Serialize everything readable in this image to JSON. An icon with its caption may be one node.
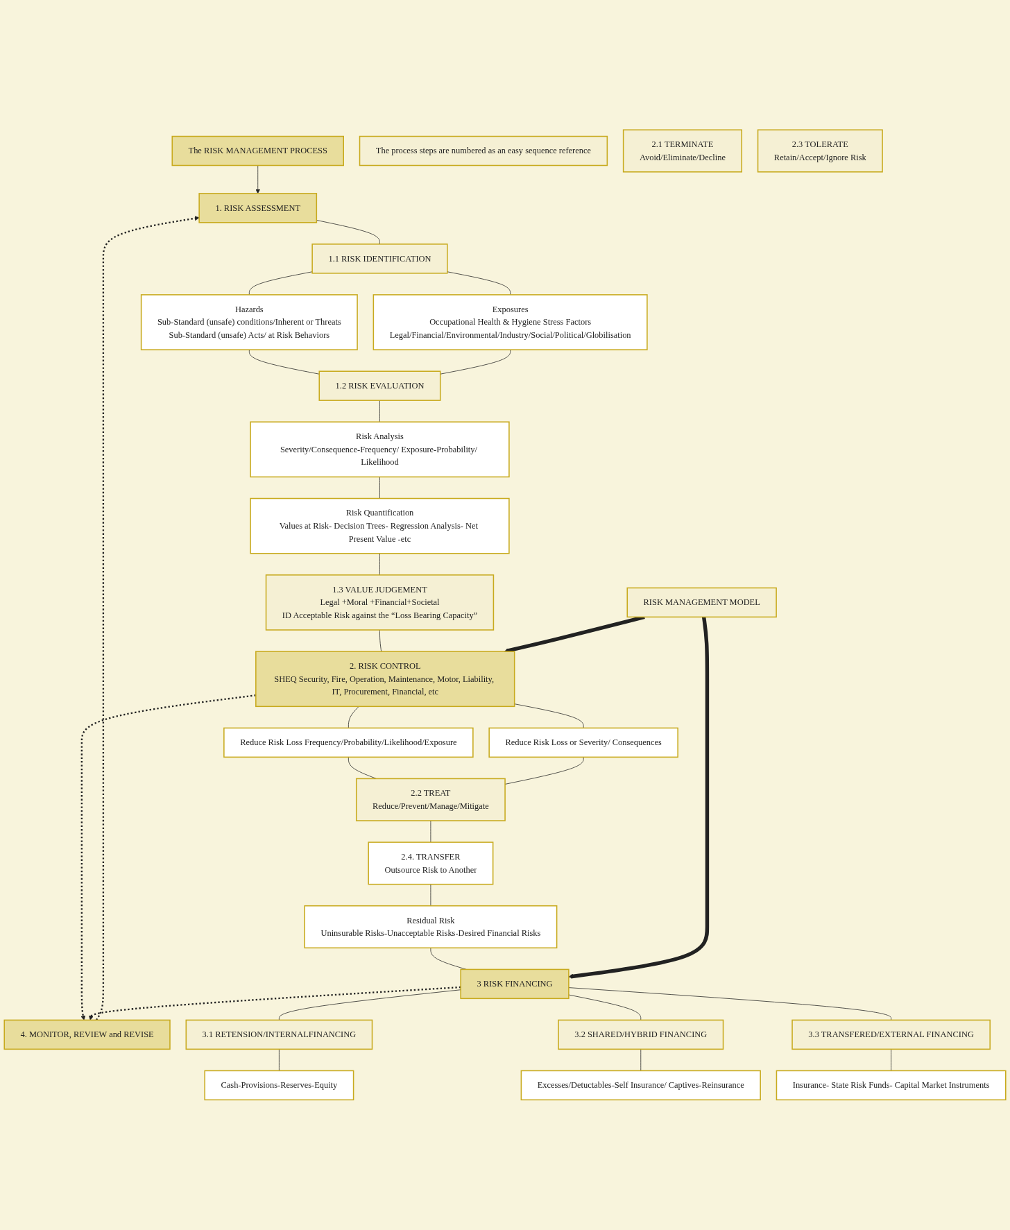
{
  "diagram": {
    "nodes": [
      {
        "text": [
          "The RISK MANAGEMENT PROCESS"
        ]
      },
      {
        "text": [
          "The process steps are numbered as an easy sequence reference"
        ]
      },
      {
        "text": [
          "1. RISK ASSESSMENT"
        ]
      },
      {
        "text": [
          "1.1 RISK IDENTIFICATION"
        ]
      },
      {
        "text": [
          "4. MONITOR, REVIEW and REVISE"
        ]
      },
      {
        "text": [
          "Hazards",
          "Sub-Standard (unsafe) conditions/Inherent or Threats",
          "Sub-Standard (unsafe) Acts/ at Risk Behaviors"
        ]
      },
      {
        "text": [
          "Exposures",
          "Occupational Health & Hygiene Stress Factors",
          "Legal/Financial/Environmental/Industry/Social/Political/Globilisation"
        ]
      },
      {
        "text": [
          "1.2 RISK EVALUATION"
        ]
      },
      {
        "text": [
          "Risk Analysis",
          "Severity/Consequence-Frequency/ Exposure-Probability/ Likelihood"
        ]
      },
      {
        "text": [
          "Risk Quantification",
          "Values at Risk- Decision Trees- Regression Analysis- Net Present Value -etc"
        ]
      },
      {
        "text": [
          "RISK MANAGEMENT MODEL"
        ]
      },
      {
        "text": [
          "1.3 VALUE JUDGEMENT",
          "Legal +Moral +Financial+Societal",
          "ID Acceptable Risk against the “Loss Bearing Capacity”"
        ]
      },
      {
        "text": [
          "2. RISK CONTROL",
          "SHEQ Security, Fire, Operation, Maintenance, Motor, Liability, IT, Procurement, Financial, etc"
        ]
      },
      {
        "text": [
          "Reduce Risk Loss Frequency/Probability/Likelihood/Exposure"
        ]
      },
      {
        "text": [
          "Reduce Risk Loss or Severity/ Consequences"
        ]
      },
      {
        "text": [
          "2.1 TERMINATE",
          "Avoid/Eliminate/Decline"
        ]
      },
      {
        "text": [
          "2.2 TREAT",
          "Reduce/Prevent/Manage/Mitigate"
        ]
      },
      {
        "text": [
          "2.3 TOLERATE",
          "Retain/Accept/Ignore Risk"
        ]
      },
      {
        "text": [
          "2.4. TRANSFER",
          "Outsource Risk to Another"
        ]
      },
      {
        "text": [
          "Residual Risk",
          "Uninsurable Risks-Unacceptable Risks-Desired Financial Risks"
        ]
      },
      {
        "text": [
          "3 RISK FINANCING"
        ]
      },
      {
        "text": [
          "3.1 RETENSION/INTERNALFINANCING"
        ]
      },
      {
        "text": [
          "3.2 SHARED/HYBRID FINANCING"
        ]
      },
      {
        "text": [
          "3.3 TRANSFERED/EXTERNAL FINANCING"
        ]
      },
      {
        "text": [
          "Cash-Provisions-Reserves-Equity"
        ]
      },
      {
        "text": [
          "Excesses/Detuctables-Self Insurance/ Captives-Reinsurance"
        ]
      },
      {
        "text": [
          "Insurance- State Risk Funds- Capital Market Instruments"
        ]
      }
    ],
    "edges": [
      {
        "from": 0,
        "to": 2,
        "arrow": "to"
      },
      {
        "from": 2,
        "to": 3,
        "arrow": "none"
      },
      {
        "from": 3,
        "to": 5,
        "arrow": "none"
      },
      {
        "from": 3,
        "to": 6,
        "arrow": "none"
      },
      {
        "from": 5,
        "to": 7,
        "arrow": "none"
      },
      {
        "from": 6,
        "to": 7,
        "arrow": "none"
      },
      {
        "from": 7,
        "to": 8,
        "arrow": "none"
      },
      {
        "from": 8,
        "to": 9,
        "arrow": "none"
      },
      {
        "from": 9,
        "to": 11,
        "arrow": "none"
      },
      {
        "from": 11,
        "to": 12,
        "arrow": "none"
      },
      {
        "from": 12,
        "to": 13,
        "arrow": "none"
      },
      {
        "from": 12,
        "to": 14,
        "arrow": "none"
      },
      {
        "from": 13,
        "to": 16,
        "arrow": "none"
      },
      {
        "from": 14,
        "to": 16,
        "arrow": "none"
      },
      {
        "from": 16,
        "to": 18,
        "arrow": "none"
      },
      {
        "from": 18,
        "to": 19,
        "arrow": "none"
      },
      {
        "from": 19,
        "to": 20,
        "arrow": "none"
      },
      {
        "from": 20,
        "to": 21,
        "arrow": "none"
      },
      {
        "from": 20,
        "to": 22,
        "arrow": "none"
      },
      {
        "from": 20,
        "to": 23,
        "arrow": "none"
      },
      {
        "from": 21,
        "to": 24,
        "arrow": "none"
      },
      {
        "from": 22,
        "to": 25,
        "arrow": "none"
      },
      {
        "from": 23,
        "to": 26,
        "arrow": "none"
      },
      {
        "from": 10,
        "to": 12,
        "arrow": "to",
        "style": "thick"
      },
      {
        "from": 10,
        "to": 20,
        "arrow": "to",
        "style": "thick"
      },
      {
        "from": 12,
        "to": 4,
        "arrow": "to",
        "style": "dashed"
      },
      {
        "from": 20,
        "to": 4,
        "arrow": "to",
        "style": "dashed"
      },
      {
        "from": 4,
        "to": 2,
        "arrow": "to",
        "style": "dashed"
      }
    ]
  }
}
